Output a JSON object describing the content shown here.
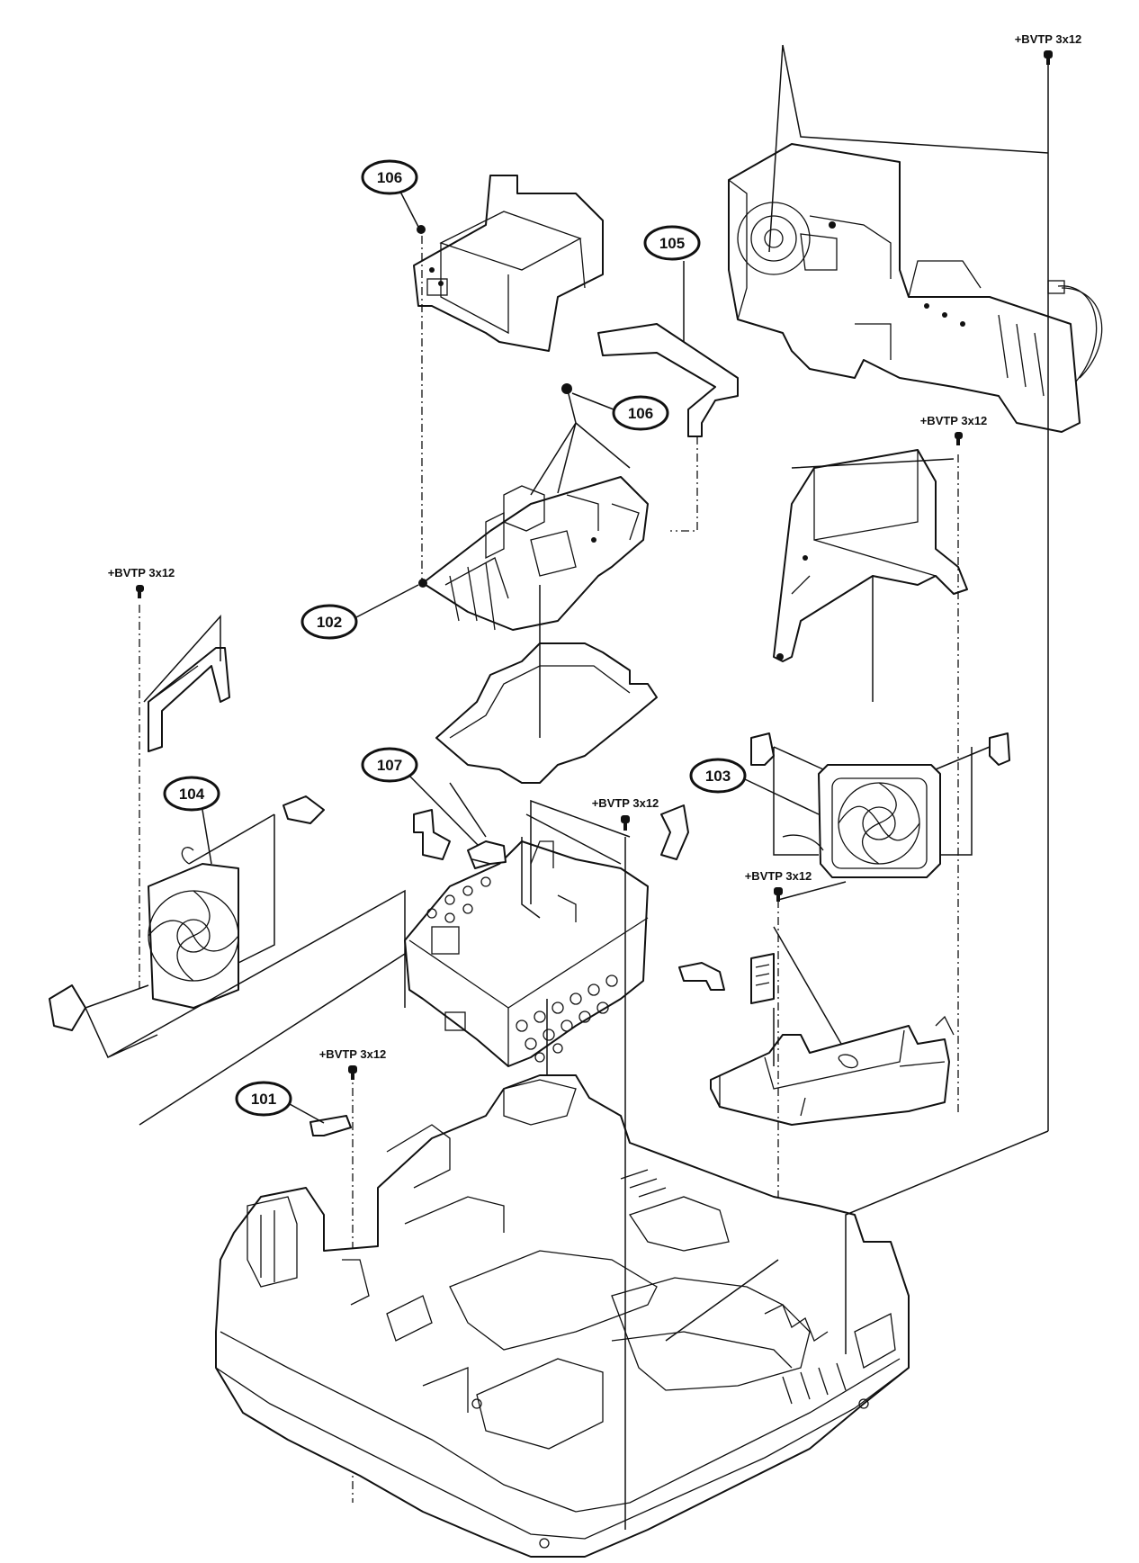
{
  "callouts": {
    "c101": "101",
    "c102": "102",
    "c103": "103",
    "c104": "104",
    "c105": "105",
    "c106a": "106",
    "c106b": "106",
    "c107": "107"
  },
  "screws": {
    "top_right": "+BVTP 3x12",
    "right_upper": "+BVTP 3x12",
    "left": "+BVTP 3x12",
    "center": "+BVTP 3x12",
    "right_lower": "+BVTP 3x12",
    "bottom_left": "+BVTP 3x12"
  },
  "colors": {
    "line": "#111111",
    "background": "#ffffff"
  }
}
